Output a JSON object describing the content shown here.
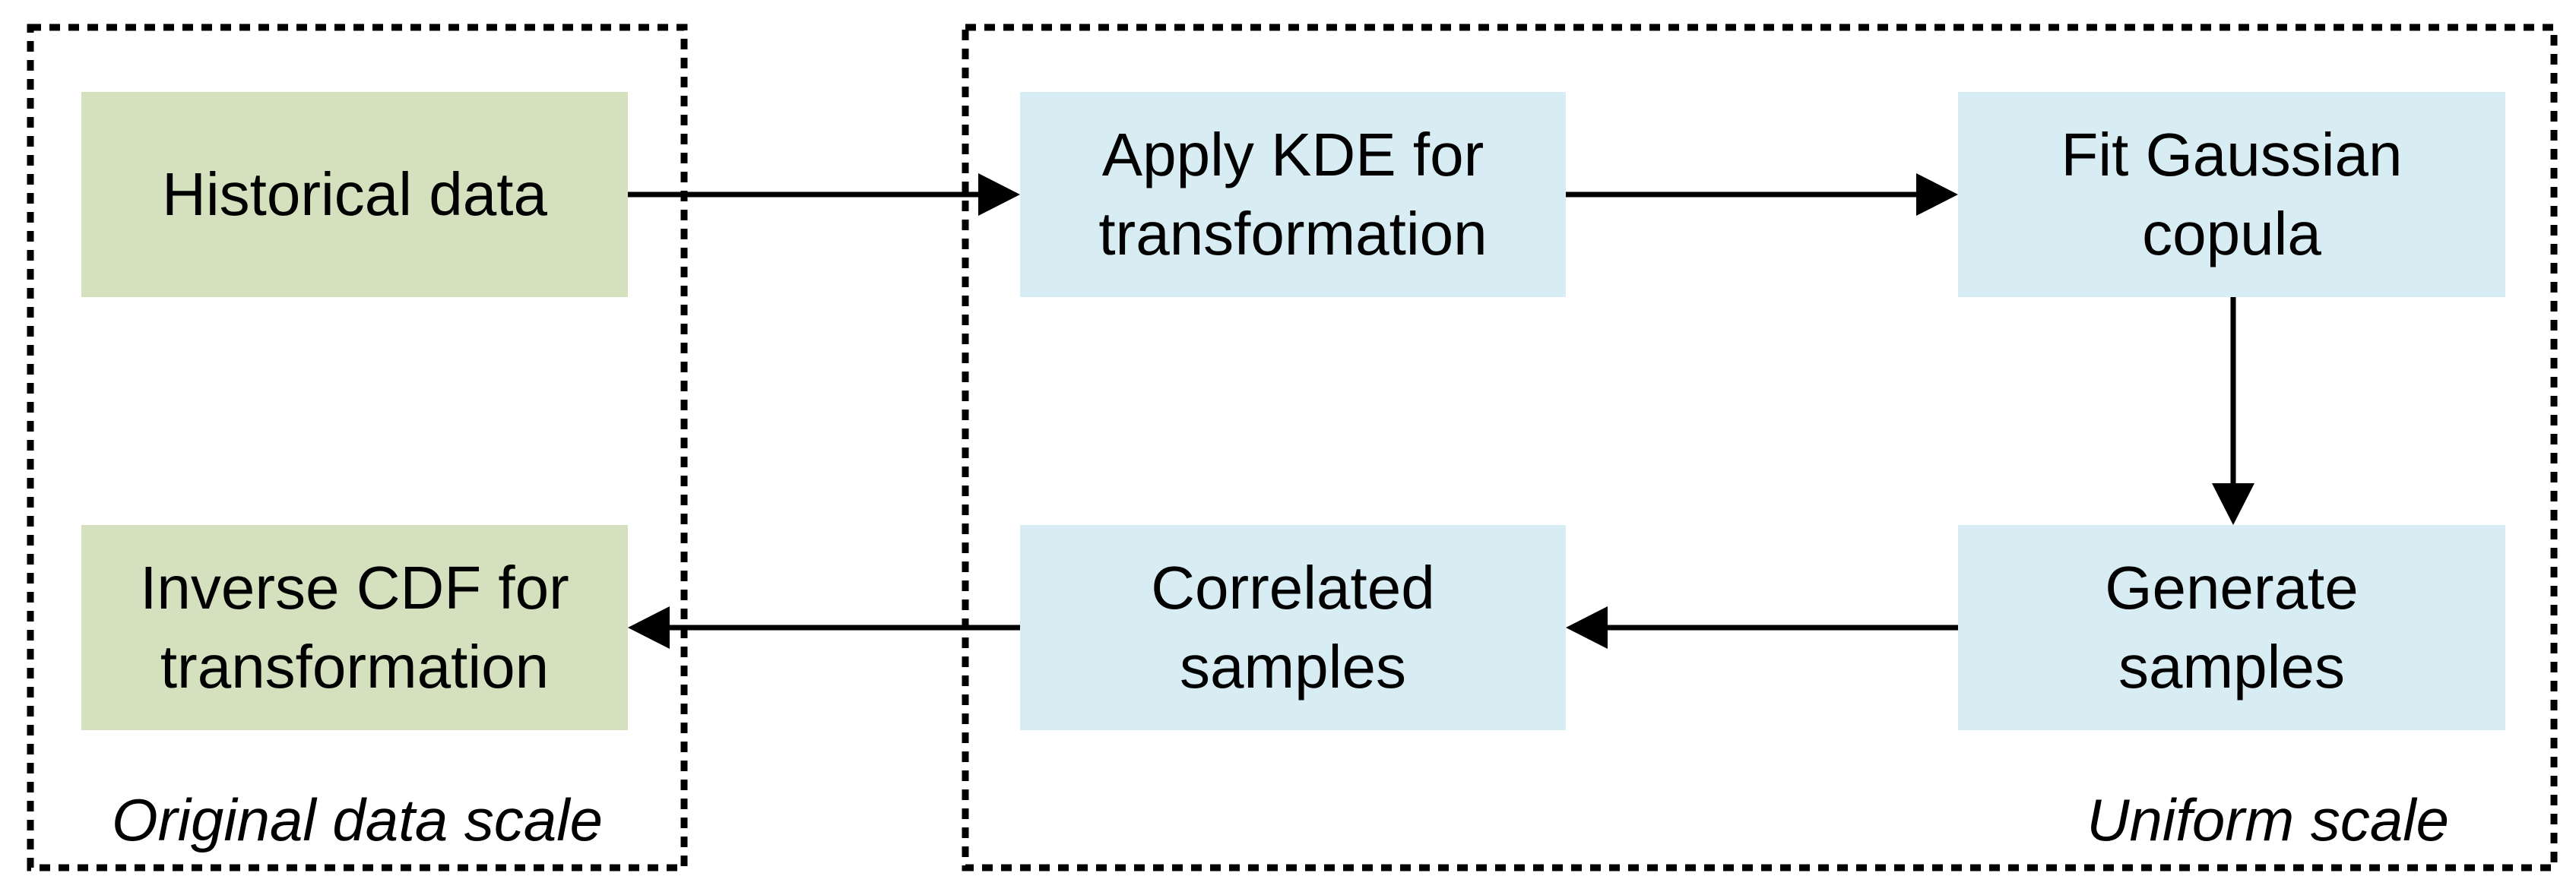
{
  "diagram": {
    "regions": {
      "original": {
        "label": "Original data scale"
      },
      "uniform": {
        "label": "Uniform scale"
      }
    },
    "nodes": {
      "historical_data": {
        "label": "Historical data"
      },
      "apply_kde": {
        "label": "Apply KDE for transformation"
      },
      "fit_copula": {
        "label": "Fit Gaussian copula"
      },
      "generate_samples": {
        "label": "Generate samples"
      },
      "correlated_samples": {
        "label": "Correlated samples"
      },
      "inverse_cdf": {
        "label": "Inverse CDF for transformation"
      }
    },
    "edges": [
      {
        "from": "historical_data",
        "to": "apply_kde",
        "direction": "right"
      },
      {
        "from": "apply_kde",
        "to": "fit_copula",
        "direction": "right"
      },
      {
        "from": "fit_copula",
        "to": "generate_samples",
        "direction": "down"
      },
      {
        "from": "generate_samples",
        "to": "correlated_samples",
        "direction": "left"
      },
      {
        "from": "correlated_samples",
        "to": "inverse_cdf",
        "direction": "left"
      }
    ],
    "colors": {
      "node_green": "#d4e0be",
      "node_blue": "#d8ecf3",
      "line": "#000000"
    }
  }
}
